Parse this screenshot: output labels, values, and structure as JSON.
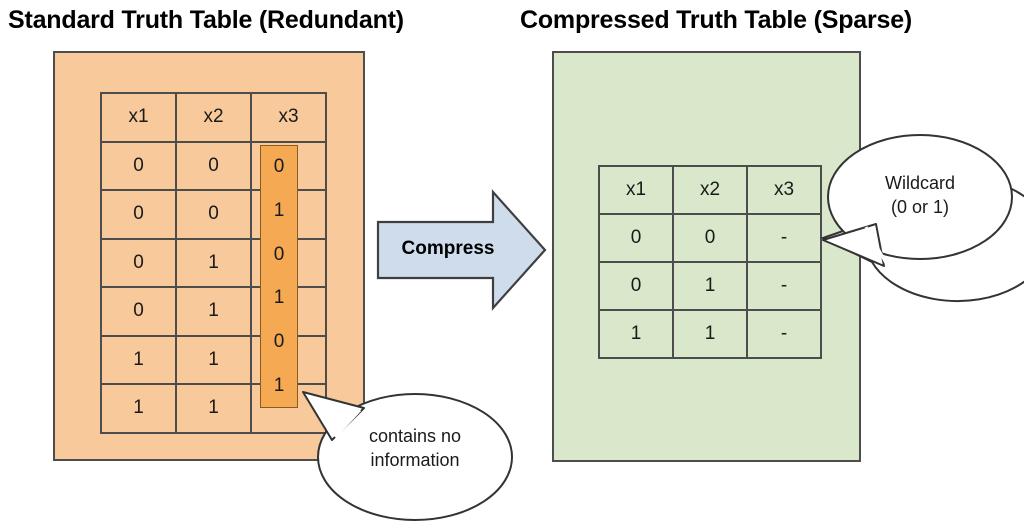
{
  "figure": {
    "type": "diagram",
    "subject": "truth-table-compression"
  },
  "left": {
    "title": "Standard Truth Table (Redundant)",
    "panel_color": "#f7c99b",
    "table": {
      "headers": [
        "x1",
        "x2",
        "x3"
      ],
      "rows": [
        [
          "0",
          "0",
          "0"
        ],
        [
          "0",
          "0",
          "1"
        ],
        [
          "0",
          "1",
          "0"
        ],
        [
          "0",
          "1",
          "1"
        ],
        [
          "1",
          "1",
          "0"
        ],
        [
          "1",
          "1",
          "1"
        ]
      ]
    },
    "highlight": {
      "column": "x3",
      "color": "#f5a952",
      "values": [
        "0",
        "1",
        "0",
        "1",
        "0",
        "1"
      ]
    },
    "callout": {
      "line1": "contains no",
      "line2": "information"
    }
  },
  "right": {
    "title": "Compressed Truth Table (Sparse)",
    "panel_color": "#d9e7cb",
    "table": {
      "headers": [
        "x1",
        "x2",
        "x3"
      ],
      "rows": [
        [
          "0",
          "0",
          "-"
        ],
        [
          "0",
          "1",
          "-"
        ],
        [
          "1",
          "1",
          "-"
        ]
      ]
    },
    "callout": {
      "line1": "Wildcard",
      "line2": "(0 or 1)"
    }
  },
  "arrow": {
    "label": "Compress",
    "fill_color": "#cfdceb",
    "stroke_color": "#3f3f3f"
  }
}
